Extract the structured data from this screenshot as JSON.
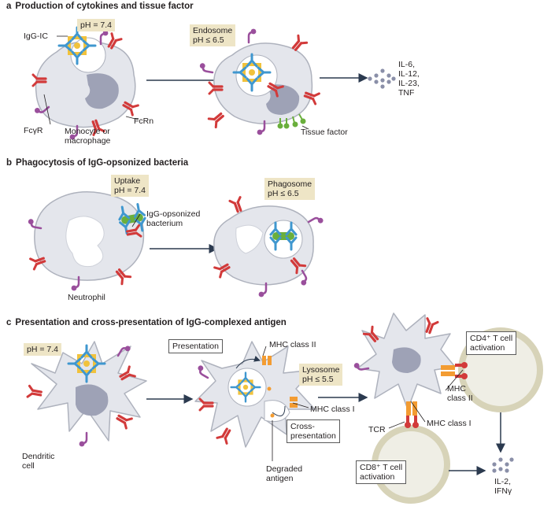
{
  "panel_a": {
    "letter": "a",
    "title": "Production of cytokines and tissue factor",
    "ph_initial": "pH = 7.4",
    "igg_ic": "IgG-IC",
    "endosome_line1": "Endosome",
    "endosome_line2": "pH ≤ 6.5",
    "fcgr": "FcγR",
    "cell_line1": "Monocyte or",
    "cell_line2": "macrophage",
    "fcrn": "FcRn",
    "tissue_factor": "Tissue factor",
    "cytokines": [
      "IL-6,",
      "IL-12,",
      "IL-23,",
      "TNF"
    ]
  },
  "panel_b": {
    "letter": "b",
    "title": "Phagocytosis of IgG-opsonized bacteria",
    "uptake_line1": "Uptake",
    "uptake_line2": "pH = 7.4",
    "bacterium_line1": "IgG-opsonized",
    "bacterium_line2": "bacterium",
    "phagosome_line1": "Phagosome",
    "phagosome_line2": "pH ≤ 6.5",
    "neutrophil": "Neutrophil"
  },
  "panel_c": {
    "letter": "c",
    "title": "Presentation and cross-presentation of IgG-complexed antigen",
    "ph_initial": "pH = 7.4",
    "dendritic_line1": "Dendritic",
    "dendritic_line2": "cell",
    "presentation": "Presentation",
    "mhc2": "MHC class II",
    "lysosome_line1": "Lysosome",
    "lysosome_line2": "pH ≤ 5.5",
    "mhc1": "MHC class I",
    "cross_line1": "Cross-",
    "cross_line2": "presentation",
    "degraded_line1": "Degraded",
    "degraded_line2": "antigen",
    "cd4_line1": "CD4⁺ T cell",
    "cd4_line2": "activation",
    "mhc_line1": "MHC",
    "mhc_line2": "class II",
    "mhc1_right": "MHC class I",
    "tcr": "TCR",
    "cd8_line1": "CD8⁺ T cell",
    "cd8_line2": "activation",
    "output": [
      "IL-2,",
      "IFNγ"
    ]
  },
  "colors": {
    "cell_fill": "#e4e6ec",
    "cell_edge": "#aeb2bd",
    "nucleus": "#9ea2b6",
    "receptor_red": "#d23a3a",
    "antibody_blue": "#3f97cf",
    "antigen_yellow": "#f1c23c",
    "purple": "#9a4f9c",
    "green": "#6aaf3c",
    "orange": "#f39c32",
    "tan_box": "#eee5c6",
    "arrow": "#2b3a4f"
  }
}
